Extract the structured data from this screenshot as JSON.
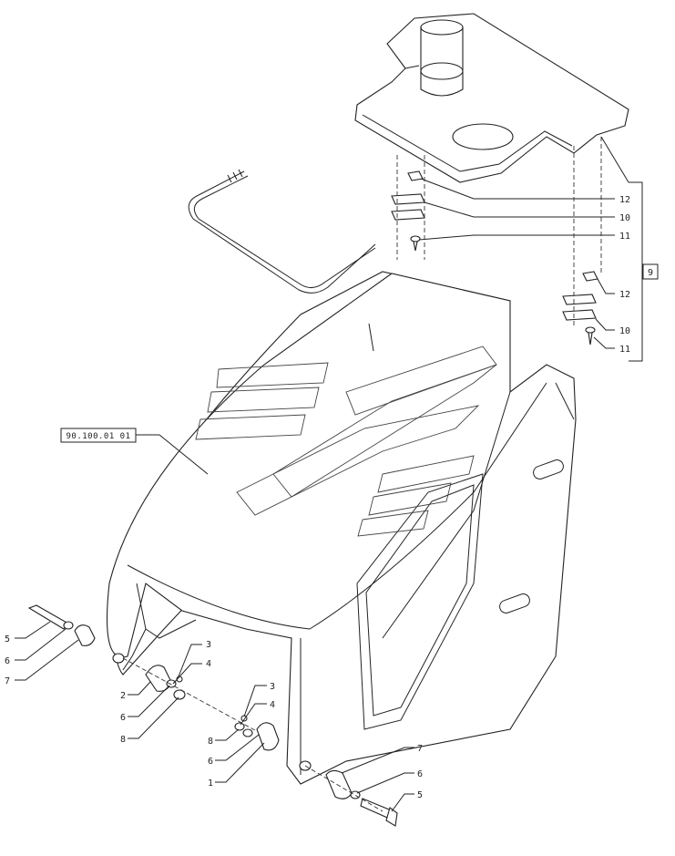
{
  "diagram": {
    "reference_box": "90.100.01 01",
    "group_label": "9",
    "callouts_right_group": [
      "12",
      "10",
      "11",
      "12",
      "10",
      "11"
    ],
    "callouts_left_hinge": [
      "5",
      "6",
      "7",
      "3",
      "4",
      "2",
      "6",
      "8"
    ],
    "callouts_right_hinge": [
      "3",
      "4",
      "8",
      "6",
      "1"
    ],
    "callouts_bottom": [
      "7",
      "6",
      "5"
    ]
  }
}
